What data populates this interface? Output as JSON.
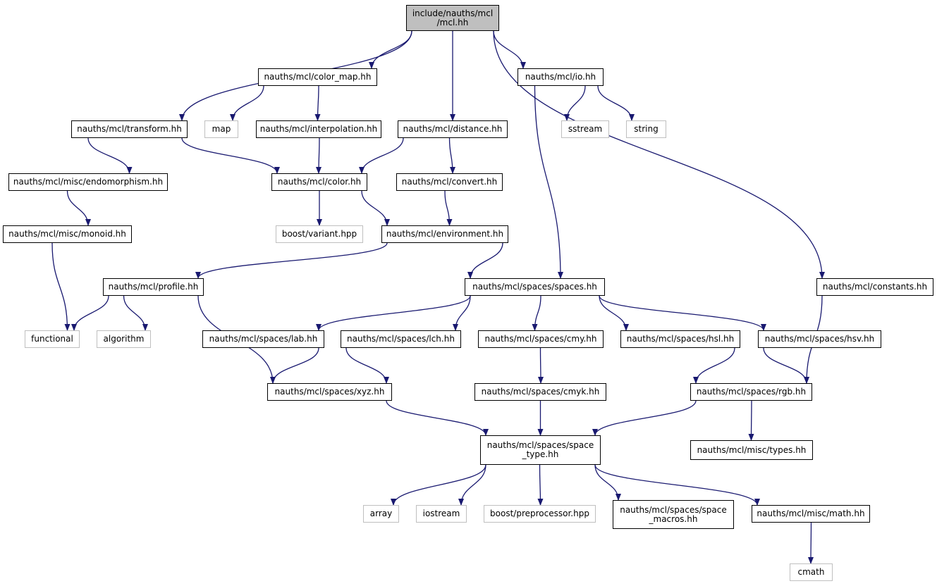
{
  "colors": {
    "edge": "#191970",
    "border": "#000000",
    "external_border": "#bfbfbf",
    "root_fill": "#bfbfbf"
  },
  "nodes": {
    "root": "include/nauths/mcl\n/mcl.hh",
    "color_map": "nauths/mcl/color_map.hh",
    "io": "nauths/mcl/io.hh",
    "transform": "nauths/mcl/transform.hh",
    "map": "map",
    "interpolation": "nauths/mcl/interpolation.hh",
    "distance": "nauths/mcl/distance.hh",
    "sstream": "sstream",
    "string": "string",
    "endomorphism": "nauths/mcl/misc/endomorphism.hh",
    "color": "nauths/mcl/color.hh",
    "convert": "nauths/mcl/convert.hh",
    "monoid": "nauths/mcl/misc/monoid.hh",
    "variant": "boost/variant.hpp",
    "environment": "nauths/mcl/environment.hh",
    "profile": "nauths/mcl/profile.hh",
    "spaces": "nauths/mcl/spaces/spaces.hh",
    "constants": "nauths/mcl/constants.hh",
    "functional": "functional",
    "algorithm": "algorithm",
    "lab": "nauths/mcl/spaces/lab.hh",
    "lch": "nauths/mcl/spaces/lch.hh",
    "cmy": "nauths/mcl/spaces/cmy.hh",
    "hsl": "nauths/mcl/spaces/hsl.hh",
    "hsv": "nauths/mcl/spaces/hsv.hh",
    "xyz": "nauths/mcl/spaces/xyz.hh",
    "cmyk": "nauths/mcl/spaces/cmyk.hh",
    "rgb": "nauths/mcl/spaces/rgb.hh",
    "space_type": "nauths/mcl/spaces/space\n_type.hh",
    "types": "nauths/mcl/misc/types.hh",
    "array": "array",
    "iostream": "iostream",
    "preprocessor": "boost/preprocessor.hpp",
    "space_macros": "nauths/mcl/spaces/space\n_macros.hh",
    "math": "nauths/mcl/misc/math.hh",
    "cmath": "cmath"
  },
  "edges": [
    [
      "root",
      "color_map"
    ],
    [
      "root",
      "io"
    ],
    [
      "root",
      "transform"
    ],
    [
      "root",
      "distance"
    ],
    [
      "root",
      "constants"
    ],
    [
      "color_map",
      "map"
    ],
    [
      "color_map",
      "interpolation"
    ],
    [
      "io",
      "sstream"
    ],
    [
      "io",
      "string"
    ],
    [
      "io",
      "spaces"
    ],
    [
      "transform",
      "endomorphism"
    ],
    [
      "transform",
      "color"
    ],
    [
      "interpolation",
      "color"
    ],
    [
      "distance",
      "color"
    ],
    [
      "distance",
      "convert"
    ],
    [
      "endomorphism",
      "monoid"
    ],
    [
      "color",
      "variant"
    ],
    [
      "color",
      "environment"
    ],
    [
      "convert",
      "environment"
    ],
    [
      "monoid",
      "functional"
    ],
    [
      "environment",
      "profile"
    ],
    [
      "environment",
      "spaces"
    ],
    [
      "profile",
      "functional"
    ],
    [
      "profile",
      "algorithm"
    ],
    [
      "profile",
      "xyz"
    ],
    [
      "spaces",
      "lab"
    ],
    [
      "spaces",
      "lch"
    ],
    [
      "spaces",
      "cmy"
    ],
    [
      "spaces",
      "hsl"
    ],
    [
      "spaces",
      "hsv"
    ],
    [
      "constants",
      "rgb"
    ],
    [
      "lab",
      "xyz"
    ],
    [
      "lch",
      "xyz"
    ],
    [
      "cmy",
      "cmyk"
    ],
    [
      "hsl",
      "rgb"
    ],
    [
      "hsv",
      "rgb"
    ],
    [
      "xyz",
      "space_type"
    ],
    [
      "cmyk",
      "space_type"
    ],
    [
      "rgb",
      "space_type"
    ],
    [
      "rgb",
      "types"
    ],
    [
      "space_type",
      "array"
    ],
    [
      "space_type",
      "iostream"
    ],
    [
      "space_type",
      "preprocessor"
    ],
    [
      "space_type",
      "space_macros"
    ],
    [
      "space_type",
      "math"
    ],
    [
      "math",
      "cmath"
    ]
  ]
}
